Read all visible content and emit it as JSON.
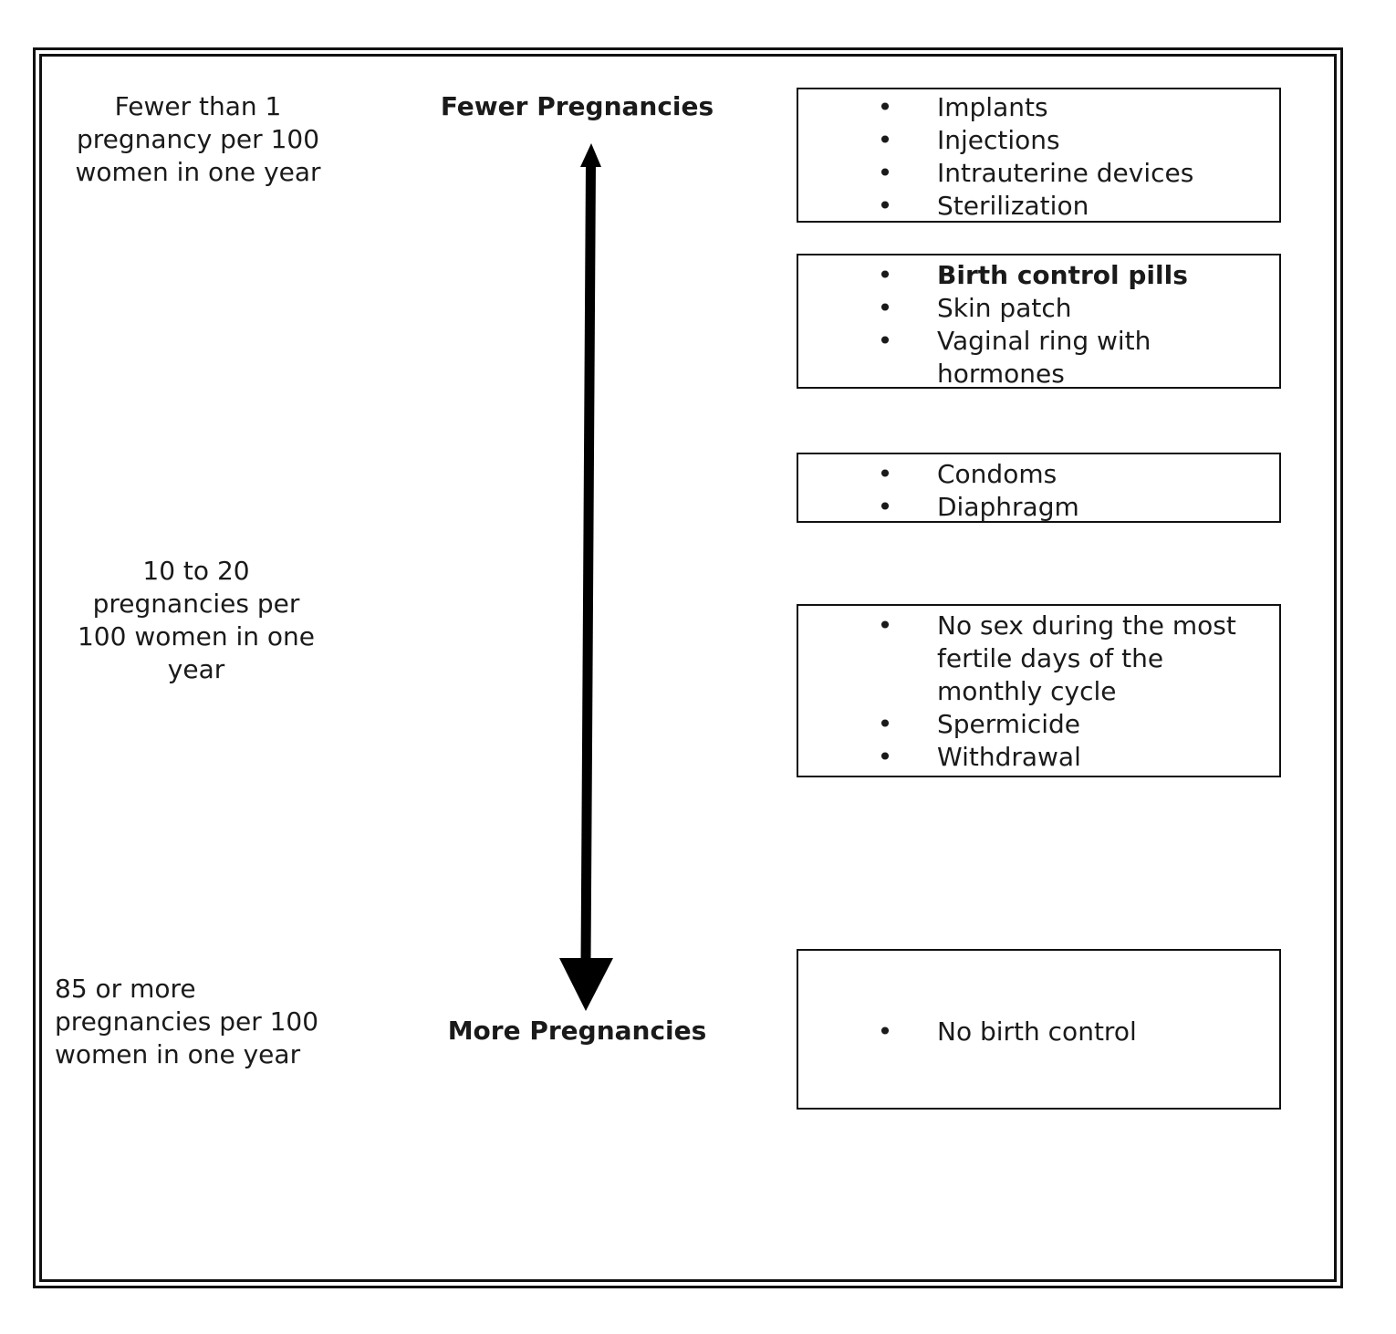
{
  "rates": {
    "top": "Fewer than 1 pregnancy per 100 women in one year",
    "middle": "10 to 20 pregnancies per 100 women in one year",
    "bottom": "85 or more pregnancies per 100 women in one year"
  },
  "axis": {
    "top_label": "Fewer Pregnancies",
    "bottom_label": "More Pregnancies"
  },
  "groups": [
    {
      "items": [
        "Implants",
        "Injections",
        "Intrauterine devices",
        "Sterilization"
      ]
    },
    {
      "items": [
        "Birth control pills",
        "Skin patch",
        "Vaginal ring with hormones"
      ]
    },
    {
      "items": [
        "Condoms",
        "Diaphragm"
      ]
    },
    {
      "items": [
        "No sex during the most fertile days of the monthly cycle",
        "Spermicide",
        "Withdrawal"
      ]
    },
    {
      "items": [
        "No birth control"
      ]
    }
  ],
  "bullet_glyph": "•"
}
